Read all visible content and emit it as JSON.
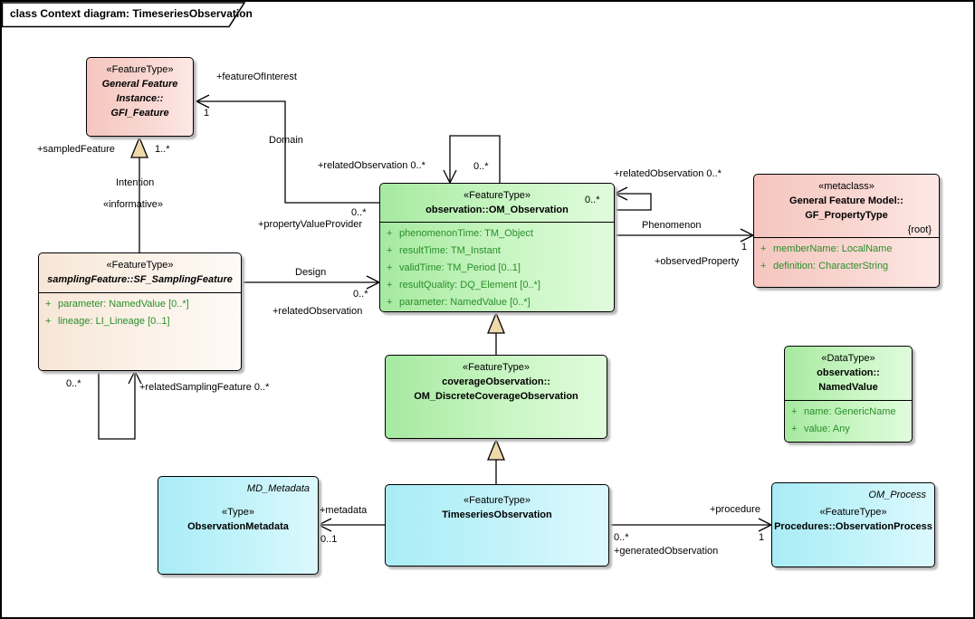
{
  "frame": {
    "title": "class Context diagram: TimeseriesObservation"
  },
  "colors": {
    "class_green": "#b9f0b2",
    "class_cyan": "#b5eef7",
    "class_pink": "#f8d0ca",
    "class_cream": "#fbf0e4",
    "attribute_text": "#2a8f2a",
    "generalization_triangle": "#efd9ab",
    "box_shadow": "#b9b9b9"
  },
  "classes": {
    "gfi_feature": {
      "stereotype": "«FeatureType»",
      "name_lines": [
        "General Feature",
        "Instance::",
        "GFI_Feature"
      ]
    },
    "sf_sampling_feature": {
      "stereotype": "«FeatureType»",
      "name_lines": [
        "samplingFeature::SF_SamplingFeature"
      ],
      "attributes": [
        {
          "vis": "+",
          "text": "parameter: NamedValue [0..*]"
        },
        {
          "vis": "+",
          "text": "lineage: LI_Lineage [0..1]"
        }
      ]
    },
    "om_observation": {
      "stereotype": "«FeatureType»",
      "name_lines": [
        "observation::OM_Observation"
      ],
      "corner_multiplicity": "0..*",
      "attributes": [
        {
          "vis": "+",
          "text": "phenomenonTime: TM_Object"
        },
        {
          "vis": "+",
          "text": "resultTime: TM_Instant"
        },
        {
          "vis": "+",
          "text": "validTime: TM_Period [0..1]"
        },
        {
          "vis": "+",
          "text": "resultQuality: DQ_Element [0..*]"
        },
        {
          "vis": "+",
          "text": "parameter: NamedValue [0..*]"
        }
      ]
    },
    "gf_property_type": {
      "stereotype": "«metaclass»",
      "name_lines": [
        "General Feature Model::",
        "GF_PropertyType"
      ],
      "tag": "{root}",
      "attributes": [
        {
          "vis": "+",
          "text": "memberName: LocalName"
        },
        {
          "vis": "+",
          "text": "definition: CharacterString"
        }
      ]
    },
    "om_discrete_coverage_observation": {
      "stereotype": "«FeatureType»",
      "name_lines": [
        "coverageObservation::",
        "OM_DiscreteCoverageObservation"
      ]
    },
    "named_value": {
      "stereotype": "«DataType»",
      "name_lines": [
        "observation::",
        "NamedValue"
      ],
      "attributes": [
        {
          "vis": "+",
          "text": "name: GenericName"
        },
        {
          "vis": "+",
          "text": "value: Any"
        }
      ]
    },
    "observation_metadata": {
      "parent": "MD_Metadata",
      "stereotype": "«Type»",
      "name_lines": [
        "ObservationMetadata"
      ]
    },
    "timeseries_observation": {
      "stereotype": "«FeatureType»",
      "name_lines": [
        "TimeseriesObservation"
      ]
    },
    "observation_process": {
      "parent": "OM_Process",
      "stereotype": "«FeatureType»",
      "name_lines": [
        "Procedures::ObservationProcess"
      ]
    }
  },
  "edge_labels": {
    "feature_of_interest_role": "+featureOfInterest",
    "feature_of_interest_mult": "1",
    "domain_name": "Domain",
    "sampled_feature_role": "+sampledFeature",
    "sampled_feature_mult": "1..*",
    "intention_name": "Intention",
    "informative_stereotype": "«informative»",
    "related_sampling_source_mult": "0..*",
    "related_sampling_role": "+relatedSamplingFeature 0..*",
    "design_name": "Design",
    "design_target_mult": "0..*",
    "design_target_role": "+relatedObservation",
    "property_value_provider_mult": "0..*",
    "property_value_provider_role": "+propertyValueProvider",
    "related_obs_top_role": "+relatedObservation 0..*",
    "related_obs_top_mult": "0..*",
    "related_obs_right_role": "+relatedObservation 0..*",
    "phenomenon_name": "Phenomenon",
    "observed_property_mult": "1",
    "observed_property_role": "+observedProperty",
    "metadata_role": "+metadata",
    "metadata_mult": "0..1",
    "procedure_role": "+procedure",
    "procedure_mult": "1",
    "generated_observation_mult": "0..*",
    "generated_observation_role": "+generatedObservation"
  }
}
